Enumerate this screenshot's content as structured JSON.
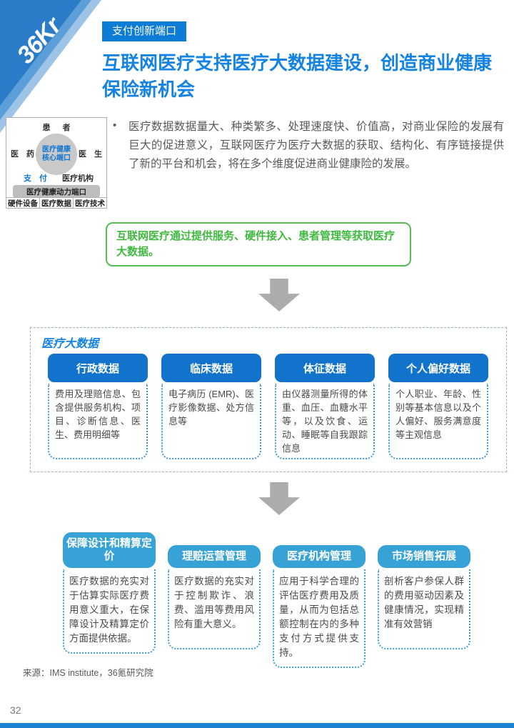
{
  "logo": {
    "text": "36Kr"
  },
  "header": {
    "tag": "支付创新端口",
    "title": "互联网医疗支持医疗大数据建设，创造商业健康保险新机会"
  },
  "diagram": {
    "patient": "患 者",
    "pharma": "医 药",
    "doctor": "医 生",
    "core_line1": "医疗健康",
    "core_line2": "核心端口",
    "payment": "支 付",
    "institution": "医疗机构",
    "power_port": "医疗健康动力端口",
    "bottom_cells": [
      "硬件设备",
      "医疗数据",
      "医疗技术"
    ]
  },
  "intro": {
    "bullet": "•",
    "text": "医疗数据数据量大、种类繁多、处理速度快、价值高，对商业保险的发展有巨大的促进意义，互联网医疗为医疗大数据的获取、结构化、有序链接提供了新的平台和机会，将在多个维度促进商业健康险的发展。"
  },
  "highlight": {
    "text": "互联网医疗通过提供服务、硬件接入、患者管理等获取医疗大数据。"
  },
  "big_data": {
    "title": "医疗大数据",
    "cards": [
      {
        "title": "行政数据",
        "body": "费用及理赔信息、包含提供服务机构、项目、诊断信息、医生、费用明细等"
      },
      {
        "title": "临床数据",
        "body": "电子病历 (EMR)、医疗影像数据、处方信息等"
      },
      {
        "title": "体征数据",
        "body": "由仪器测量所得的体重、血压、血糖水平等，以及饮食、运动、睡眠等自我跟踪信息"
      },
      {
        "title": "个人偏好数据",
        "body": "个人职业、年龄、性别等基本信息以及个人偏好、服务满意度等主观信息"
      }
    ]
  },
  "applications": {
    "cards": [
      {
        "title": "保障设计和精算定价",
        "body": "医疗数据的充实对于估算实际医疗费用意义重大，在保障设计及精算定价方面提供依据。"
      },
      {
        "title": "理赔运营管理",
        "body": "医疗数据的充实对于控制欺诈、浪费、滥用等费用风险有重大意义。"
      },
      {
        "title": "医疗机构管理",
        "body": "应用于科学合理的评估医疗费用及质量，从而为包括总额控制在内的多种支付方式提供支持。"
      },
      {
        "title": "市场销售拓展",
        "body": "剖析客户参保人群的费用驱动因素及健康情况，实现精准有效营销"
      }
    ]
  },
  "footer": {
    "source": "来源：IMS institute，36氪研究院",
    "page_number": "32"
  },
  "colors": {
    "brand_blue": "#2B7CC8",
    "title_blue": "#1583E2",
    "data_header_blue": "#1173CB",
    "app_header_blue": "#36A2D5",
    "highlight_green": "#3FB93F",
    "arrow_gray": "#ACACAC"
  }
}
